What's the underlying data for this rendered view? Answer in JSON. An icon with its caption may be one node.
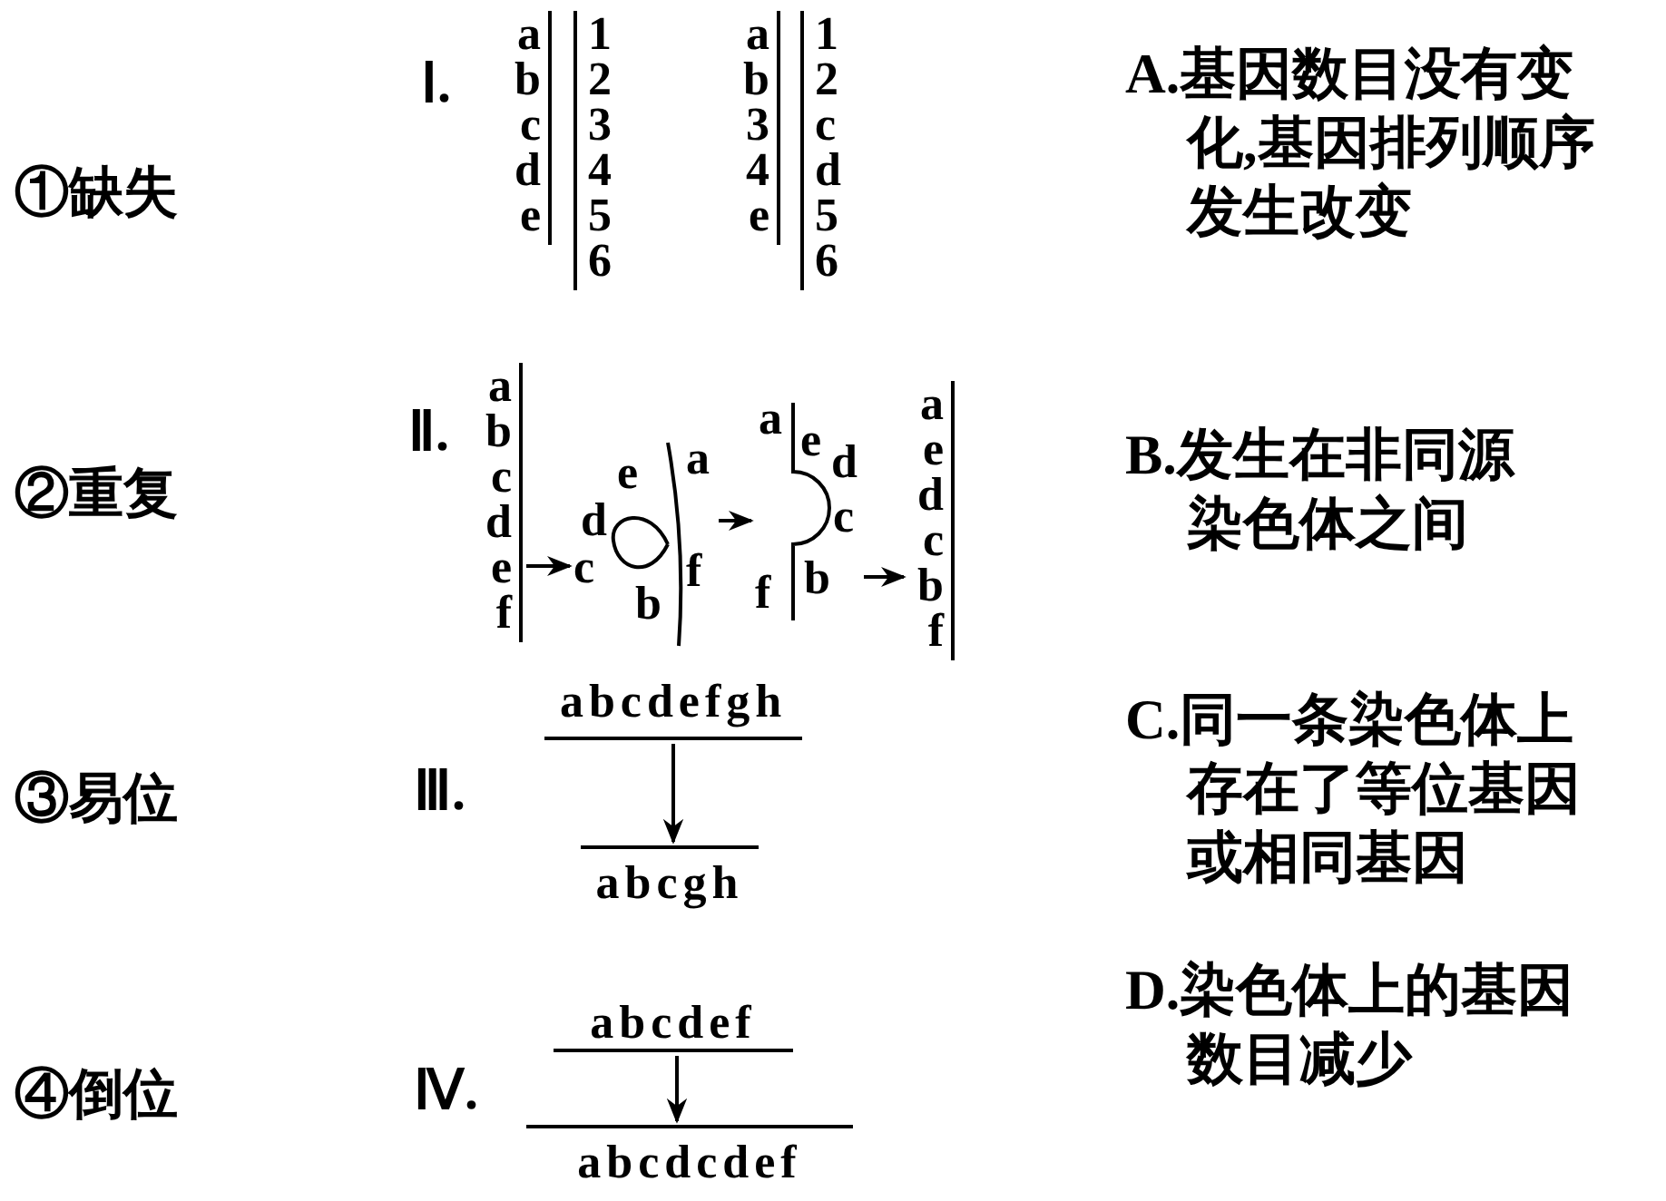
{
  "diagram": {
    "nodes": [
      {
        "text": [
          "a",
          "b",
          "c",
          "d",
          "e"
        ]
      },
      {
        "text": [
          "1",
          "2",
          "3",
          "4",
          "5",
          "6"
        ]
      },
      {
        "text": [
          "a",
          "b",
          "3",
          "4",
          "e"
        ]
      },
      {
        "text": [
          "1",
          "2",
          "c",
          "d",
          "5",
          "6"
        ]
      },
      {
        "text": [
          "a",
          "b",
          "c",
          "d",
          "e",
          "f"
        ]
      },
      {
        "text": [
          "d",
          "e",
          "a",
          "c",
          "b",
          "f"
        ]
      },
      {
        "text": [
          "a",
          "e",
          "d",
          "c",
          "f",
          "b"
        ]
      },
      {
        "text": [
          "a",
          "e",
          "d",
          "c",
          "b",
          "f"
        ]
      },
      {
        "text": [
          "abcdefgh"
        ]
      },
      {
        "text": [
          "abcgh"
        ]
      },
      {
        "text": [
          "abcdef"
        ]
      },
      {
        "text": [
          "abcdcdef"
        ]
      }
    ],
    "edges": [
      {
        "from": 4,
        "to": 5,
        "arrow": "to"
      },
      {
        "from": 5,
        "to": 6,
        "arrow": "to"
      },
      {
        "from": 6,
        "to": 7,
        "arrow": "to"
      },
      {
        "from": 8,
        "to": 9,
        "arrow": "to"
      },
      {
        "from": 10,
        "to": 11,
        "arrow": "to"
      }
    ],
    "labels": [
      "①缺失",
      "Ⅰ.",
      "A.基因数目没有变化,基因排列顺序发生改变",
      "②重复",
      "Ⅱ.",
      "B.发生在非同源染色体之间",
      "③易位",
      "Ⅲ.",
      "C.同一条染色体上存在了等位基因或相同基因",
      "④倒位",
      "Ⅳ.",
      "D.染色体上的基因数目减少"
    ]
  }
}
